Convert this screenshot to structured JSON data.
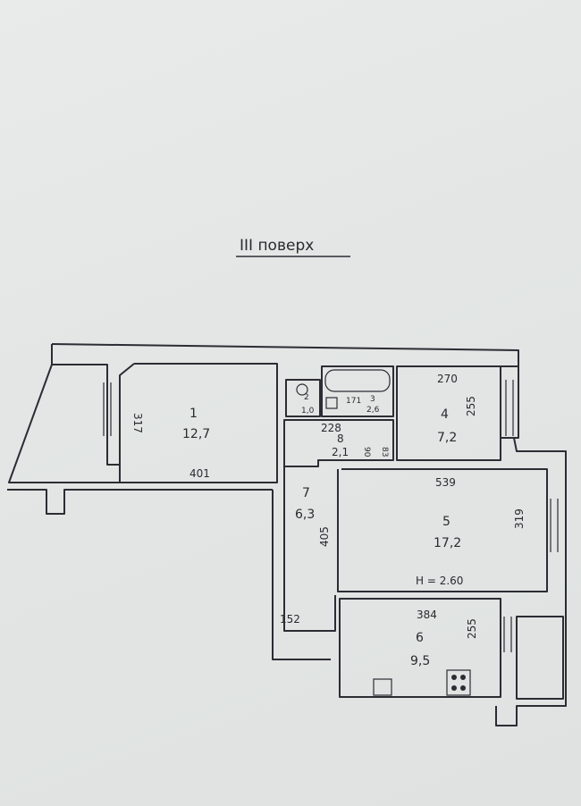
{
  "title": "III поверх",
  "rooms": [
    {
      "number": "1",
      "area": "12,7",
      "width_label": "401",
      "height_label": "317"
    },
    {
      "number": "2",
      "area": "1,0"
    },
    {
      "number": "3",
      "area": "2,6",
      "width_label": "171"
    },
    {
      "number": "4",
      "area": "7,2",
      "width_label": "270",
      "height_label": "255"
    },
    {
      "number": "5",
      "area": "17,2",
      "width_label": "539",
      "height_label": "319",
      "depth_label": "405"
    },
    {
      "number": "6",
      "area": "9,5",
      "width_label": "384",
      "height_label": "255"
    },
    {
      "number": "7",
      "area": "6,3",
      "width_label": "152"
    },
    {
      "number": "8",
      "area": "2,1",
      "width_label": "228",
      "side_label_a": "90",
      "side_label_b": "83"
    }
  ],
  "ceiling_height": "H = 2.60"
}
